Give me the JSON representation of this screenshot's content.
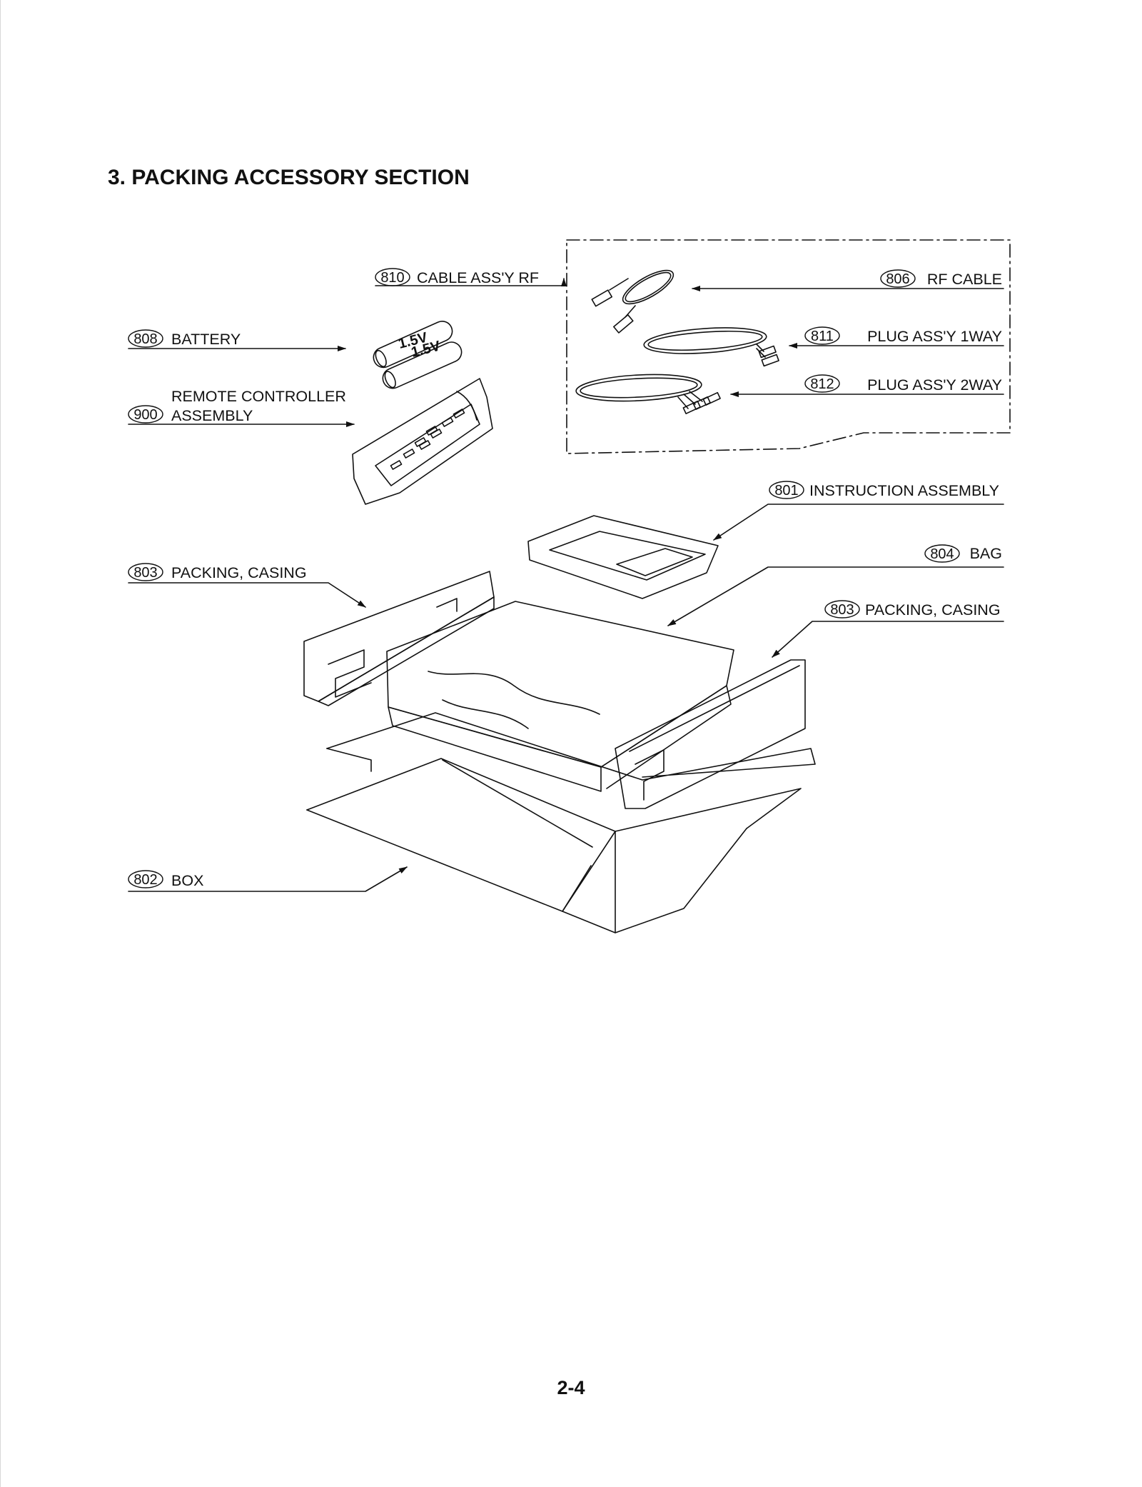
{
  "section_title": "3. PACKING ACCESSORY SECTION",
  "page_number": "2-4",
  "battery_marking": "1.5V",
  "callouts": [
    {
      "num": "810",
      "label": "CABLE ASS'Y RF"
    },
    {
      "num": "806",
      "label": "RF CABLE"
    },
    {
      "num": "808",
      "label": "BATTERY"
    },
    {
      "num": "811",
      "label": "PLUG ASS'Y 1WAY"
    },
    {
      "num": "812",
      "label": "PLUG ASS'Y 2WAY"
    },
    {
      "num": "900",
      "label": "REMOTE CONTROLLER",
      "label2": "ASSEMBLY"
    },
    {
      "num": "801",
      "label": "INSTRUCTION ASSEMBLY"
    },
    {
      "num": "804",
      "label": "BAG"
    },
    {
      "num": "803",
      "label": "PACKING, CASING"
    },
    {
      "num": "803",
      "label": "PACKING, CASING"
    },
    {
      "num": "802",
      "label": "BOX"
    }
  ]
}
